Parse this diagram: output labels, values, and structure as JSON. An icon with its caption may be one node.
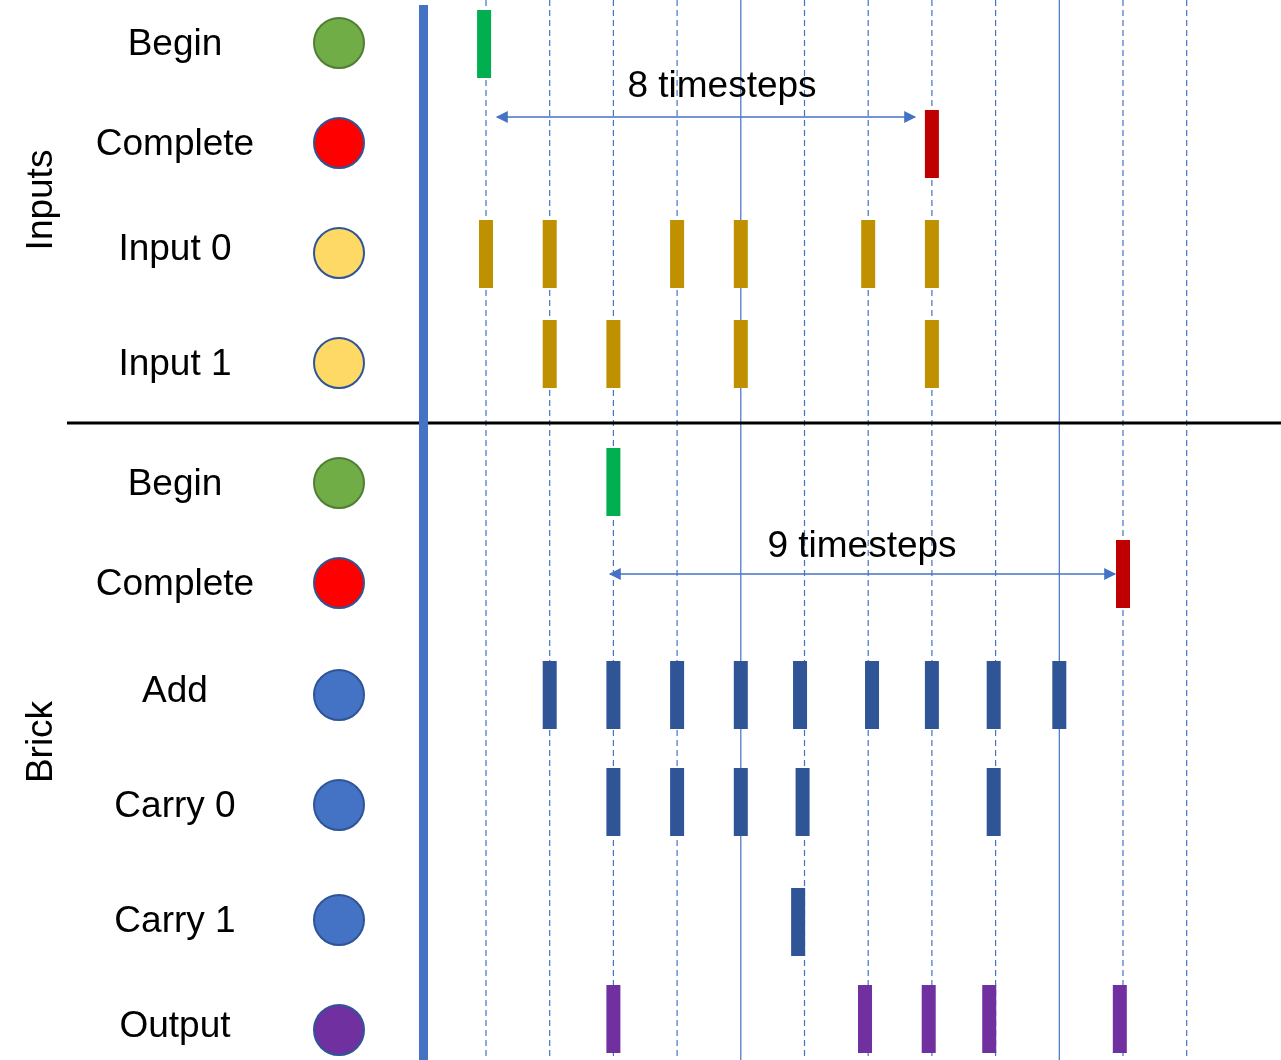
{
  "diagram": {
    "labels": [
      "Inputs",
      "Begin",
      "Complete",
      "Input 0",
      "Input 1",
      "8 timesteps",
      "Brick",
      "Begin",
      "Complete",
      "Add",
      "Carry 0",
      "Carry 1",
      "Output",
      "9 timesteps"
    ]
  }
}
